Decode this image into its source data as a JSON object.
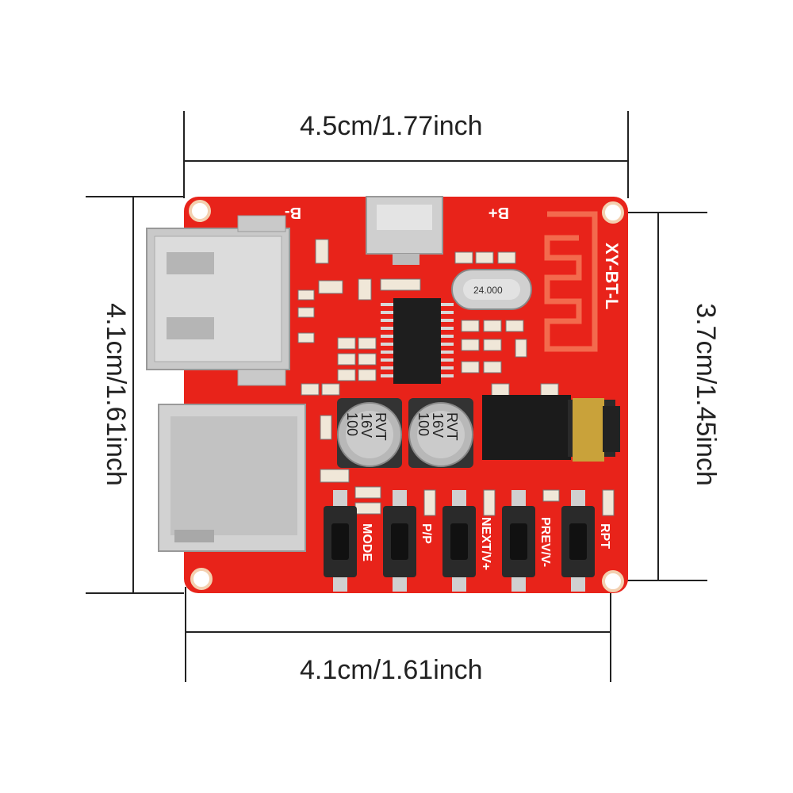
{
  "dimensions": {
    "top": "4.5cm/1.77inch",
    "bottom": "4.1cm/1.61inch",
    "left": "4.1cm/1.61inch",
    "right": "3.7cm/1.45inch"
  },
  "board": {
    "model": "XY-BT-L",
    "power_neg": "B-",
    "power_pos": "B+",
    "crystal": "24.000",
    "capacitor_1": [
      "100",
      "16V",
      "RVT"
    ],
    "capacitor_2": [
      "100",
      "16V",
      "RVT"
    ],
    "buttons": [
      "MODE",
      "P/P",
      "NEXT/V+",
      "PREV/V-",
      "RPT"
    ],
    "colors": {
      "pcb": "#e8231a",
      "metal": "#c9c9c9",
      "chip": "#1e1e1e"
    }
  }
}
